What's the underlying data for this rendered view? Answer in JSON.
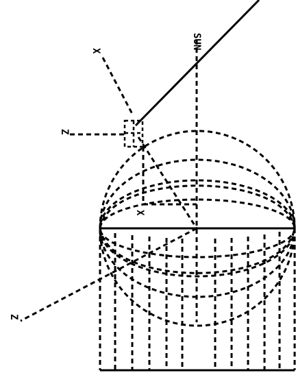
{
  "labels": {
    "sun": "SUN",
    "x_top": "X",
    "z_left": "Z",
    "x_mid": "X",
    "z_bottom": "Z"
  },
  "colors": {
    "ink": "#000000",
    "background": "#ffffff"
  }
}
